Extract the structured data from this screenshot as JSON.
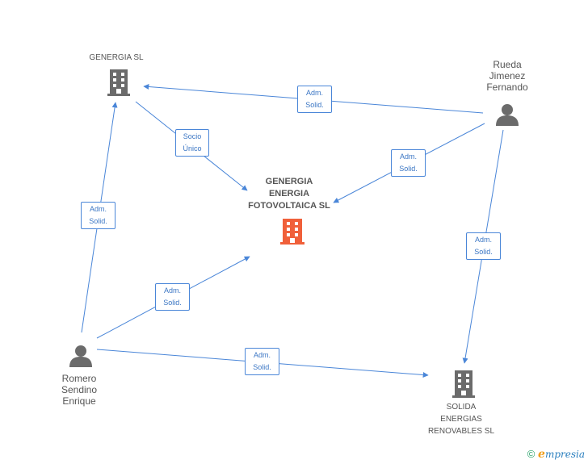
{
  "nodes": {
    "genergia_sl": {
      "label": "GENERGIA SL",
      "type": "company"
    },
    "center": {
      "label_lines": [
        "GENERGIA",
        "ENERGIA",
        "FOTOVOLTAICA SL"
      ],
      "type": "company-main"
    },
    "rueda": {
      "label_lines": [
        "Rueda",
        "Jimenez",
        "Fernando"
      ],
      "type": "person"
    },
    "romero": {
      "label_lines": [
        "Romero",
        "Sendino",
        "Enrique"
      ],
      "type": "person"
    },
    "solida": {
      "label_lines": [
        "SOLIDA",
        "ENERGIAS",
        "RENOVABLES SL"
      ],
      "type": "company"
    }
  },
  "edges": [
    {
      "from": "rueda",
      "to": "genergia_sl",
      "label_lines": [
        "Adm.",
        "Solid."
      ]
    },
    {
      "from": "rueda",
      "to": "center",
      "label_lines": [
        "Adm.",
        "Solid."
      ]
    },
    {
      "from": "rueda",
      "to": "solida",
      "label_lines": [
        "Adm.",
        "Solid."
      ]
    },
    {
      "from": "genergia_sl",
      "to": "center",
      "label_lines": [
        "Socio",
        "Único"
      ]
    },
    {
      "from": "romero",
      "to": "genergia_sl",
      "label_lines": [
        "Adm.",
        "Solid."
      ]
    },
    {
      "from": "romero",
      "to": "center",
      "label_lines": [
        "Adm.",
        "Solid."
      ]
    },
    {
      "from": "romero",
      "to": "solida",
      "label_lines": [
        "Adm.",
        "Solid."
      ]
    }
  ],
  "colors": {
    "edge": "#4a86d8",
    "company_icon": "#6b6b6b",
    "main_company_icon": "#f0603a",
    "person_icon": "#6b6b6b"
  },
  "footer": {
    "symbol": "©",
    "brand_initial": "e",
    "brand_rest": "mpresia"
  }
}
